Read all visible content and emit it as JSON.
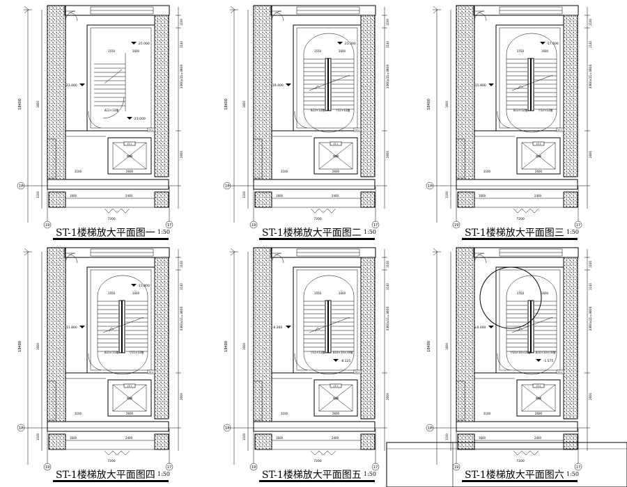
{
  "drawing": {
    "panels": [
      {
        "title": "ST-1楼梯放大平面图一",
        "scale": "1:50",
        "level_top": "-25.000",
        "level_mid": "-23.000",
        "level_side": "-23.000",
        "note1": "Δ12×12踏",
        "note2": "",
        "type": "single"
      },
      {
        "title": "ST-1楼梯放大平面图二",
        "scale": "1:50",
        "level_top": "-21.300",
        "level_mid": "",
        "level_side": "-19.400",
        "note1": "Δ12×12踏",
        "note2": "▽12×12踏",
        "type": "double"
      },
      {
        "title": "ST-1楼梯放大平面图三",
        "scale": "1:50",
        "level_top": "-17.600",
        "level_mid": "",
        "level_side": "-15.800",
        "note1": "Δ12×12踏",
        "note2": "▽12×12踏",
        "type": "double"
      },
      {
        "title": "ST-1楼梯放大平面图四",
        "scale": "1:50",
        "level_top": "-13.800",
        "level_mid": "",
        "level_side": "-11.800",
        "note1": "Δ11×11踏",
        "note2": "▽11×12踏",
        "type": "double"
      },
      {
        "title": "ST-1楼梯放大平面图五",
        "scale": "1:50",
        "level_top": "",
        "level_mid": "-8.125",
        "level_side": "-8.300",
        "note1": "▽11×11踏",
        "note2": "Δ10×10×10踏",
        "type": "double"
      },
      {
        "title": "ST-1楼梯放大平面图六",
        "scale": "1:50",
        "level_top": "",
        "level_mid": "-1.575",
        "level_side": "±0.000",
        "note1": "▽10×10×10踏",
        "note2": "Δ10×10×10踏",
        "type": "double"
      }
    ],
    "dims": {
      "overall_height": "18400",
      "width": "7200",
      "sub_w": "1550",
      "sub_w2": "1600",
      "side_dim": "3360x11=3800",
      "lower_dim": "3100",
      "elev_w": "2600",
      "base_dim": "2400",
      "base_dim2": "1600",
      "small": "1100",
      "small2": "1140",
      "grid_a": "19",
      "grid_b": "17"
    },
    "labels": {
      "elevator": "电梯",
      "elev_id": "LT-1",
      "tag": "ST-1"
    }
  }
}
